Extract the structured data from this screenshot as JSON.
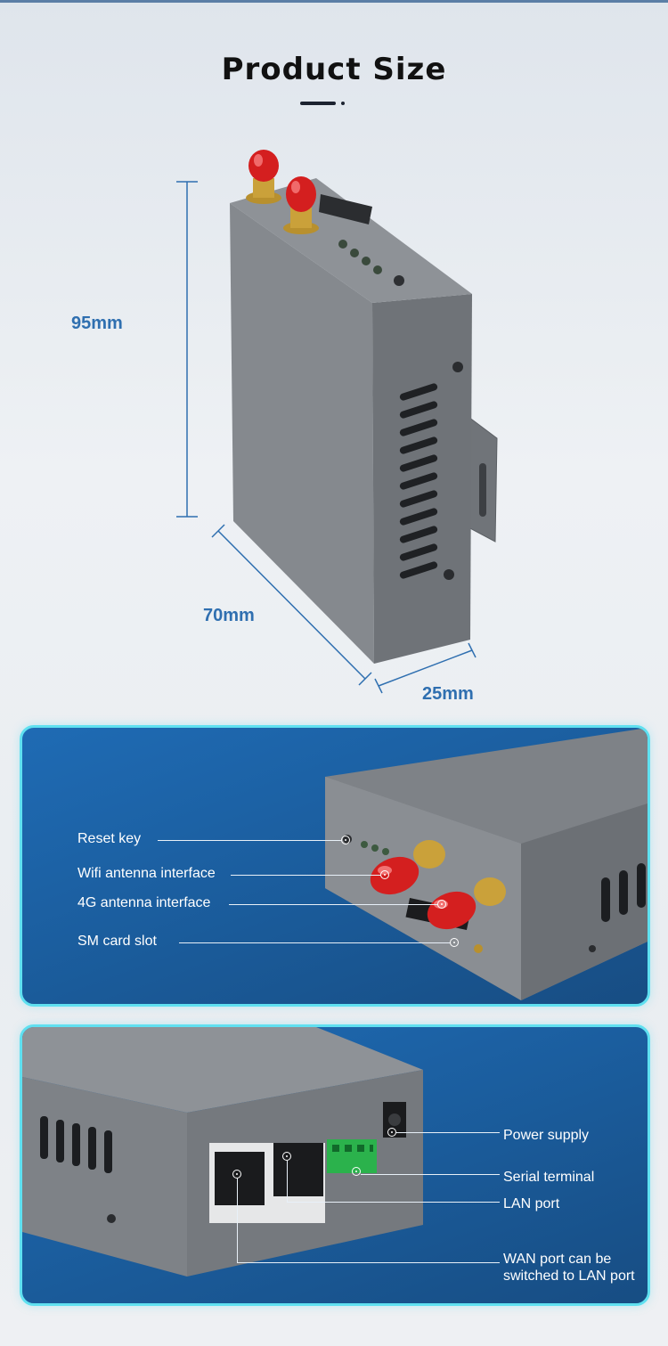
{
  "header": {
    "title": "Product Size"
  },
  "dimensions": {
    "height": "95mm",
    "depth": "70mm",
    "width": "25mm"
  },
  "panel_top": {
    "callouts": [
      "Reset key",
      "Wifi antenna interface",
      "4G antenna interface",
      "SM card slot"
    ]
  },
  "panel_bottom": {
    "callouts": [
      "Power supply",
      "Serial terminal",
      "LAN port"
    ],
    "wan_note_line1": "WAN port can be",
    "wan_note_line2": "switched to LAN port"
  },
  "colors": {
    "dimension_text": "#2f6fb0",
    "panel_blue": "#1b5e9f",
    "panel_border": "#5fe0f0",
    "device_grey": "#7e8287",
    "antenna_red": "#d41f1f"
  }
}
